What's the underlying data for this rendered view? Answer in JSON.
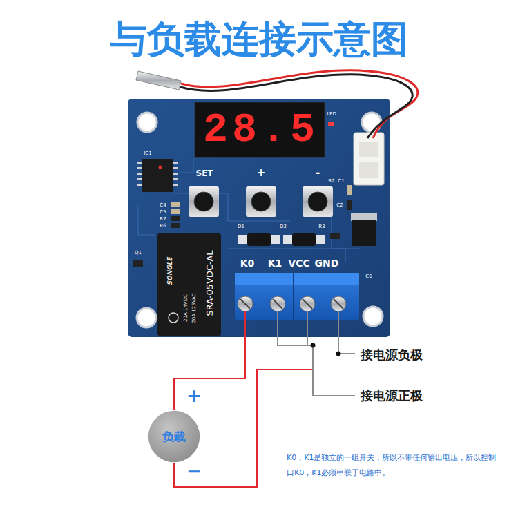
{
  "diagram": {
    "title": "与负载连接示意图",
    "nodes": [
      {
        "text": [
          "负载"
        ]
      }
    ],
    "labels": [
      "28.5",
      "LED",
      "IC1",
      "SET",
      "+",
      "-",
      "C4",
      "C5",
      "R7",
      "R6",
      "R2",
      "C1",
      "C2",
      "D1",
      "D2",
      "R3",
      "Q1",
      "C6",
      "SONGLE",
      "20A 14VDC",
      "20A 125VAC",
      "SRA-05VDC-AL",
      "K0",
      "K1",
      "VCC",
      "GND",
      "接电源负极",
      "接电源正极",
      "+",
      "−",
      "K0，K1是独立的一组开关，所以不带任何输出电压，所以控制口K0，K1必须串联于电路中。"
    ]
  }
}
